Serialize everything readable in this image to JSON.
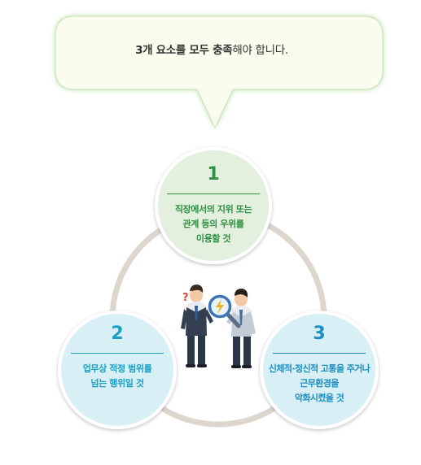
{
  "callout": {
    "strong_text": "3개 요소를 모두 충족",
    "rest_text": "해야 합니다."
  },
  "elements": [
    {
      "number": "1",
      "lines": [
        "직장에서의 지위 또는",
        "관계 등의 우위를",
        "이용할 것"
      ],
      "fill": "#e3f0de",
      "accent": "#2f8f43"
    },
    {
      "number": "2",
      "lines": [
        "업무상 적정 범위를",
        "넘는 행위일 것"
      ],
      "fill": "#d8eff6",
      "accent": "#1aa0c4"
    },
    {
      "number": "3",
      "lines": [
        "신체적·정신적 고통을 주거나",
        "근무환경을",
        "악화시켰을 것"
      ],
      "fill": "#d8eff6",
      "accent": "#1b8fc1"
    }
  ],
  "colors": {
    "ring": "#ddd6cf",
    "bubble_fill": "#fafcee",
    "bubble_glow": "#a6d38f"
  },
  "icons": [
    "question-mark-icon",
    "lightning-icon",
    "magnifier-icon",
    "business-people-illustration"
  ]
}
